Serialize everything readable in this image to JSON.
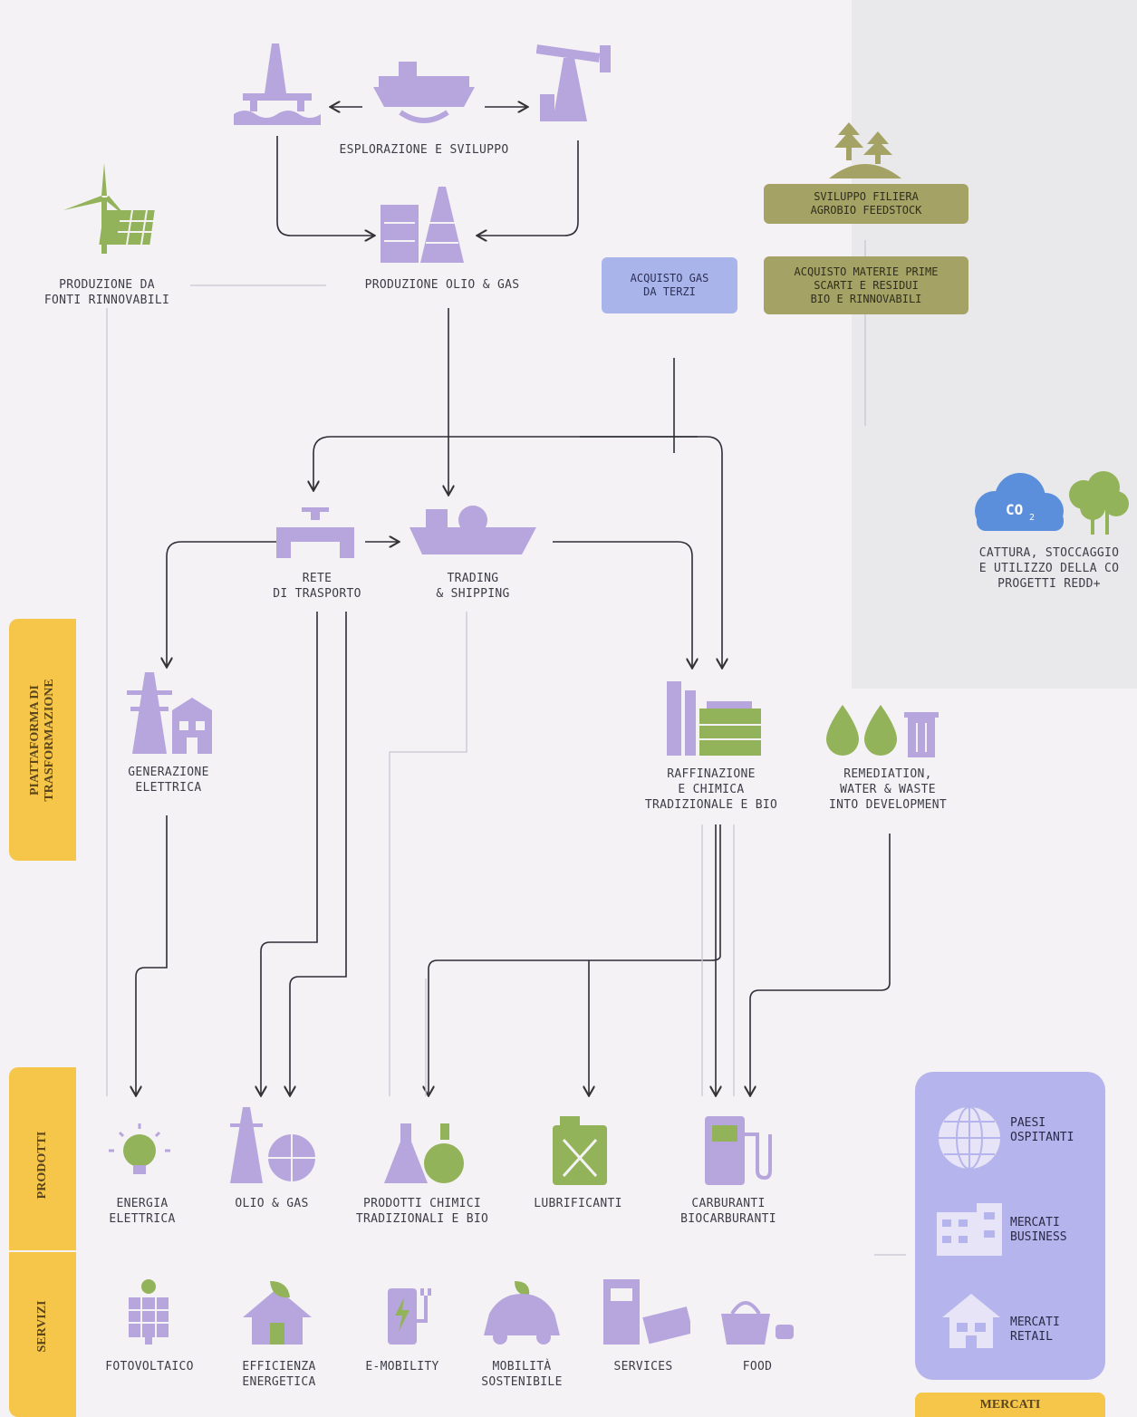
{
  "nodes": {
    "esplorazione": "ESPLORAZIONE E SVILUPPO",
    "produzione_olio_gas": "PRODUZIONE OLIO & GAS",
    "fonti_rinnovabili": [
      "PRODUZIONE DA",
      "FONTI RINNOVABILI"
    ],
    "acquisto_gas": [
      "ACQUISTO GAS",
      "DA TERZI"
    ],
    "sviluppo_filiera": [
      "SVILUPPO FILIERA",
      "AGROBIO FEEDSTOCK"
    ],
    "acquisto_materie": [
      "ACQUISTO MATERIE PRIME",
      "SCARTI E RESIDUI",
      "BIO E RINNOVABILI"
    ],
    "rete_trasporto": [
      "RETE",
      "DI TRASPORTO"
    ],
    "trading_shipping": [
      "TRADING",
      "& SHIPPING"
    ],
    "cattura": [
      "CATTURA, STOCCAGGIO",
      "E UTILIZZO DELLA CO",
      "PROGETTI REDD+"
    ],
    "co2_label": "CO",
    "co2_sub": "2",
    "generazione": [
      "GENERAZIONE",
      "ELETTRICA"
    ],
    "raffinazione": [
      "RAFFINAZIONE",
      "E CHIMICA",
      "TRADIZIONALE E BIO"
    ],
    "remediation": [
      "REMEDIATION,",
      "WATER & WASTE",
      "INTO DEVELOPMENT"
    ]
  },
  "sections": {
    "piattaforma": [
      "PIATTAFORMA DI",
      "TRASFORMAZIONE"
    ],
    "prodotti": "PRODOTTI",
    "servizi": "SERVIZI",
    "mercati": "MERCATI"
  },
  "prodotti": {
    "energia": [
      "ENERGIA",
      "ELETTRICA"
    ],
    "olio_gas": [
      "OLIO & GAS"
    ],
    "chimici": [
      "PRODOTTI CHIMICI",
      "TRADIZIONALI E BIO"
    ],
    "lubrificanti": [
      "LUBRIFICANTI"
    ],
    "carburanti": [
      "CARBURANTI",
      "BIOCARBURANTI"
    ]
  },
  "servizi": {
    "fotovoltaico": [
      "FOTOVOLTAICO"
    ],
    "efficienza": [
      "EFFICIENZA",
      "ENERGETICA"
    ],
    "emobility": [
      "E-MOBILITY"
    ],
    "mobilita": [
      "MOBILITÀ",
      "SOSTENIBILE"
    ],
    "services": [
      "SERVICES"
    ],
    "food": [
      "FOOD"
    ]
  },
  "mercati": {
    "paesi": [
      "PAESI",
      "OSPITANTI"
    ],
    "business": [
      "MERCATI",
      "BUSINESS"
    ],
    "retail": [
      "MERCATI",
      "RETAIL"
    ]
  },
  "colors": {
    "icon_violet": "#b7a6dd",
    "icon_green": "#93b35a",
    "accent_yellow": "#f6c64a",
    "panel_blue": "#b6b4ec",
    "box_green": "#a5a265",
    "box_blue": "#a9b5ea"
  }
}
